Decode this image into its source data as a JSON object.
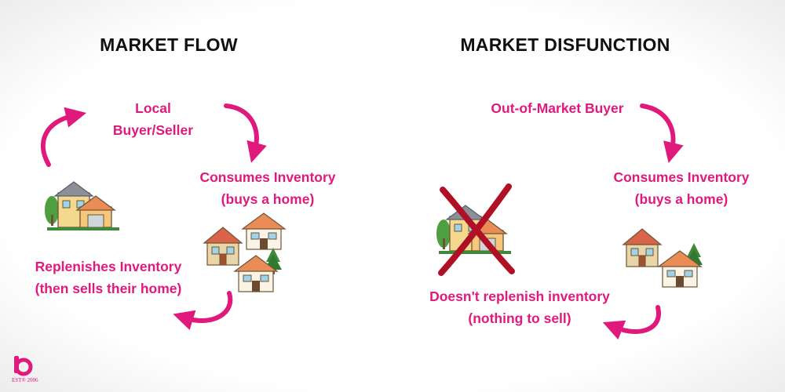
{
  "left": {
    "title": "MARKET FLOW",
    "step1_line1": "Local",
    "step1_line2": "Buyer/Seller",
    "step2_line1": "Consumes Inventory",
    "step2_line2": "(buys a home)",
    "step3_line1": "Replenishes Inventory",
    "step3_line2": "(then sells their home)"
  },
  "right": {
    "title": "MARKET DISFUNCTION",
    "step1": "Out-of-Market Buyer",
    "step2_line1": "Consumes Inventory",
    "step2_line2": "(buys a home)",
    "step3_line1": "Doesn't replenish inventory",
    "step3_line2": "(nothing to sell)"
  },
  "logo": {
    "year": "EST® 2006"
  },
  "colors": {
    "accent": "#e0197d",
    "cross": "#b01025",
    "title": "#111111"
  },
  "icons": [
    "curved-arrow-icon",
    "house-icon",
    "neighborhood-icon",
    "cross-mark-icon",
    "brand-logo-icon"
  ]
}
